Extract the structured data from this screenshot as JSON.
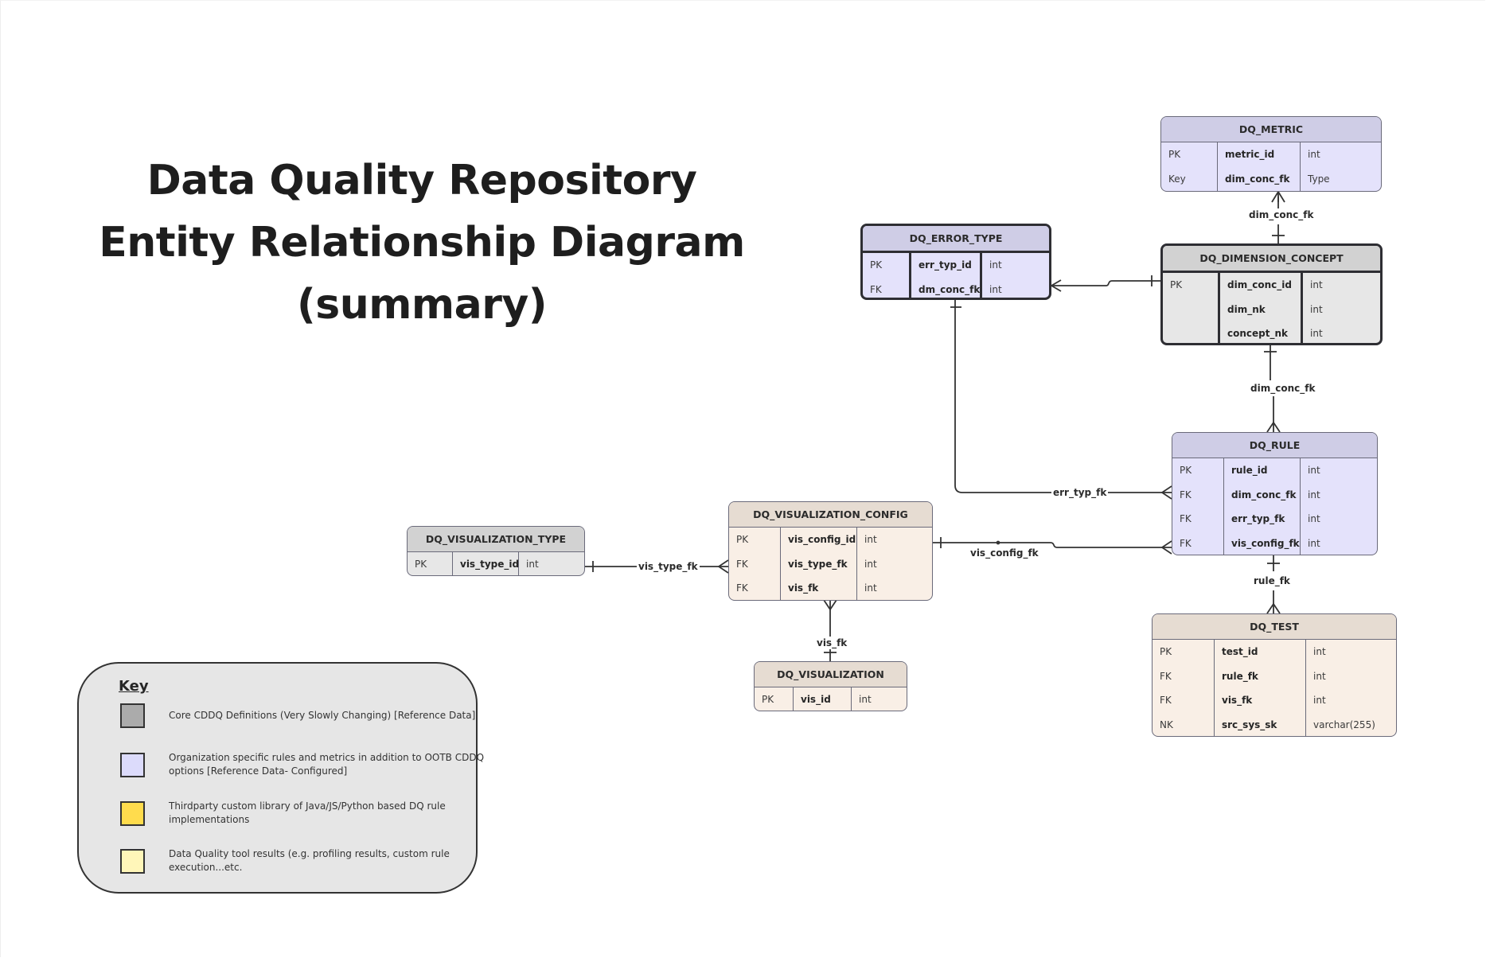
{
  "title": {
    "lines": [
      "Data Quality Repository",
      "Entity Relationship Diagram",
      "(summary)"
    ]
  },
  "colors": {
    "core_reference": "#ababab",
    "org_configured": "#dcdbfb",
    "thirdparty": "#ffdc4d",
    "tool_results": "#fff6b9",
    "entity_purple": "#e4e2fb",
    "entity_gray": "#e7e7e7",
    "entity_peach": "#f9efe6",
    "line": "#333333"
  },
  "entities": {
    "dq_metric": {
      "name": "DQ_METRIC",
      "rows": [
        {
          "key": "PK",
          "field": "metric_id",
          "type": "int"
        },
        {
          "key": "Key",
          "field": "dim_conc_fk",
          "type": "Type"
        }
      ]
    },
    "dq_error_type": {
      "name": "DQ_ERROR_TYPE",
      "rows": [
        {
          "key": "PK",
          "field": "err_typ_id",
          "type": "int"
        },
        {
          "key": "FK",
          "field": "dm_conc_fk",
          "type": "int"
        }
      ]
    },
    "dq_dimension_concept": {
      "name": "DQ_DIMENSION_CONCEPT",
      "rows": [
        {
          "key": "PK",
          "field": "dim_conc_id",
          "type": "int"
        },
        {
          "key": "",
          "field": "dim_nk",
          "type": "int"
        },
        {
          "key": "",
          "field": "concept_nk",
          "type": "int"
        }
      ]
    },
    "dq_rule": {
      "name": "DQ_RULE",
      "rows": [
        {
          "key": "PK",
          "field": "rule_id",
          "type": "int"
        },
        {
          "key": "FK",
          "field": "dim_conc_fk",
          "type": "int"
        },
        {
          "key": "FK",
          "field": "err_typ_fk",
          "type": "int"
        },
        {
          "key": "FK",
          "field": "vis_config_fk",
          "type": "int"
        }
      ]
    },
    "dq_test": {
      "name": "DQ_TEST",
      "rows": [
        {
          "key": "PK",
          "field": "test_id",
          "type": "int"
        },
        {
          "key": "FK",
          "field": "rule_fk",
          "type": "int"
        },
        {
          "key": "FK",
          "field": "vis_fk",
          "type": "int"
        },
        {
          "key": "NK",
          "field": "src_sys_sk",
          "type": "varchar(255)"
        }
      ]
    },
    "dq_visualization_config": {
      "name": "DQ_VISUALIZATION_CONFIG",
      "rows": [
        {
          "key": "PK",
          "field": "vis_config_id",
          "type": "int"
        },
        {
          "key": "FK",
          "field": "vis_type_fk",
          "type": "int"
        },
        {
          "key": "FK",
          "field": "vis_fk",
          "type": "int"
        }
      ]
    },
    "dq_visualization_type": {
      "name": "DQ_VISUALIZATION_TYPE",
      "rows": [
        {
          "key": "PK",
          "field": "vis_type_id",
          "type": "int"
        }
      ]
    },
    "dq_visualization": {
      "name": "DQ_VISUALIZATION",
      "rows": [
        {
          "key": "PK",
          "field": "vis_id",
          "type": "int"
        }
      ]
    }
  },
  "relationships": {
    "metric_dim": {
      "label": "dim_conc_fk",
      "from": "DQ_METRIC",
      "to": "DQ_DIMENSION_CONCEPT",
      "cardinality": "many-to-one"
    },
    "errtype_dim": {
      "label": "",
      "from": "DQ_ERROR_TYPE",
      "to": "DQ_DIMENSION_CONCEPT",
      "cardinality": "many-to-one"
    },
    "dim_rule": {
      "label": "dim_conc_fk",
      "from": "DQ_DIMENSION_CONCEPT",
      "to": "DQ_RULE",
      "cardinality": "one-to-many"
    },
    "errtype_rule": {
      "label": "err_typ_fk",
      "from": "DQ_ERROR_TYPE",
      "to": "DQ_RULE",
      "cardinality": "one-to-many"
    },
    "visconfig_rule": {
      "label": "vis_config_fk",
      "from": "DQ_VISUALIZATION_CONFIG",
      "to": "DQ_RULE",
      "cardinality": "one-to-many"
    },
    "rule_test": {
      "label": "rule_fk",
      "from": "DQ_RULE",
      "to": "DQ_TEST",
      "cardinality": "one-to-many"
    },
    "vistype_visconfig": {
      "label": "vis_type_fk",
      "from": "DQ_VISUALIZATION_TYPE",
      "to": "DQ_VISUALIZATION_CONFIG",
      "cardinality": "one-to-many"
    },
    "vis_visconfig": {
      "label": "vis_fk",
      "from": "DQ_VISUALIZATION",
      "to": "DQ_VISUALIZATION_CONFIG",
      "cardinality": "one-to-many"
    }
  },
  "key": {
    "title": "Key",
    "items": [
      {
        "color": "#ababab",
        "text": "Core CDDQ Definitions (Very Slowly Changing) [Reference Data]"
      },
      {
        "color": "#dcdbfb",
        "text": "Organization specific rules and metrics in addition to OOTB CDDQ options [Reference Data- Configured]"
      },
      {
        "color": "#ffdc4d",
        "text": "Thirdparty custom library of Java/JS/Python based DQ rule implementations"
      },
      {
        "color": "#fff6b9",
        "text": "Data Quality tool results (e.g. profiling results, custom rule execution...etc."
      }
    ]
  }
}
